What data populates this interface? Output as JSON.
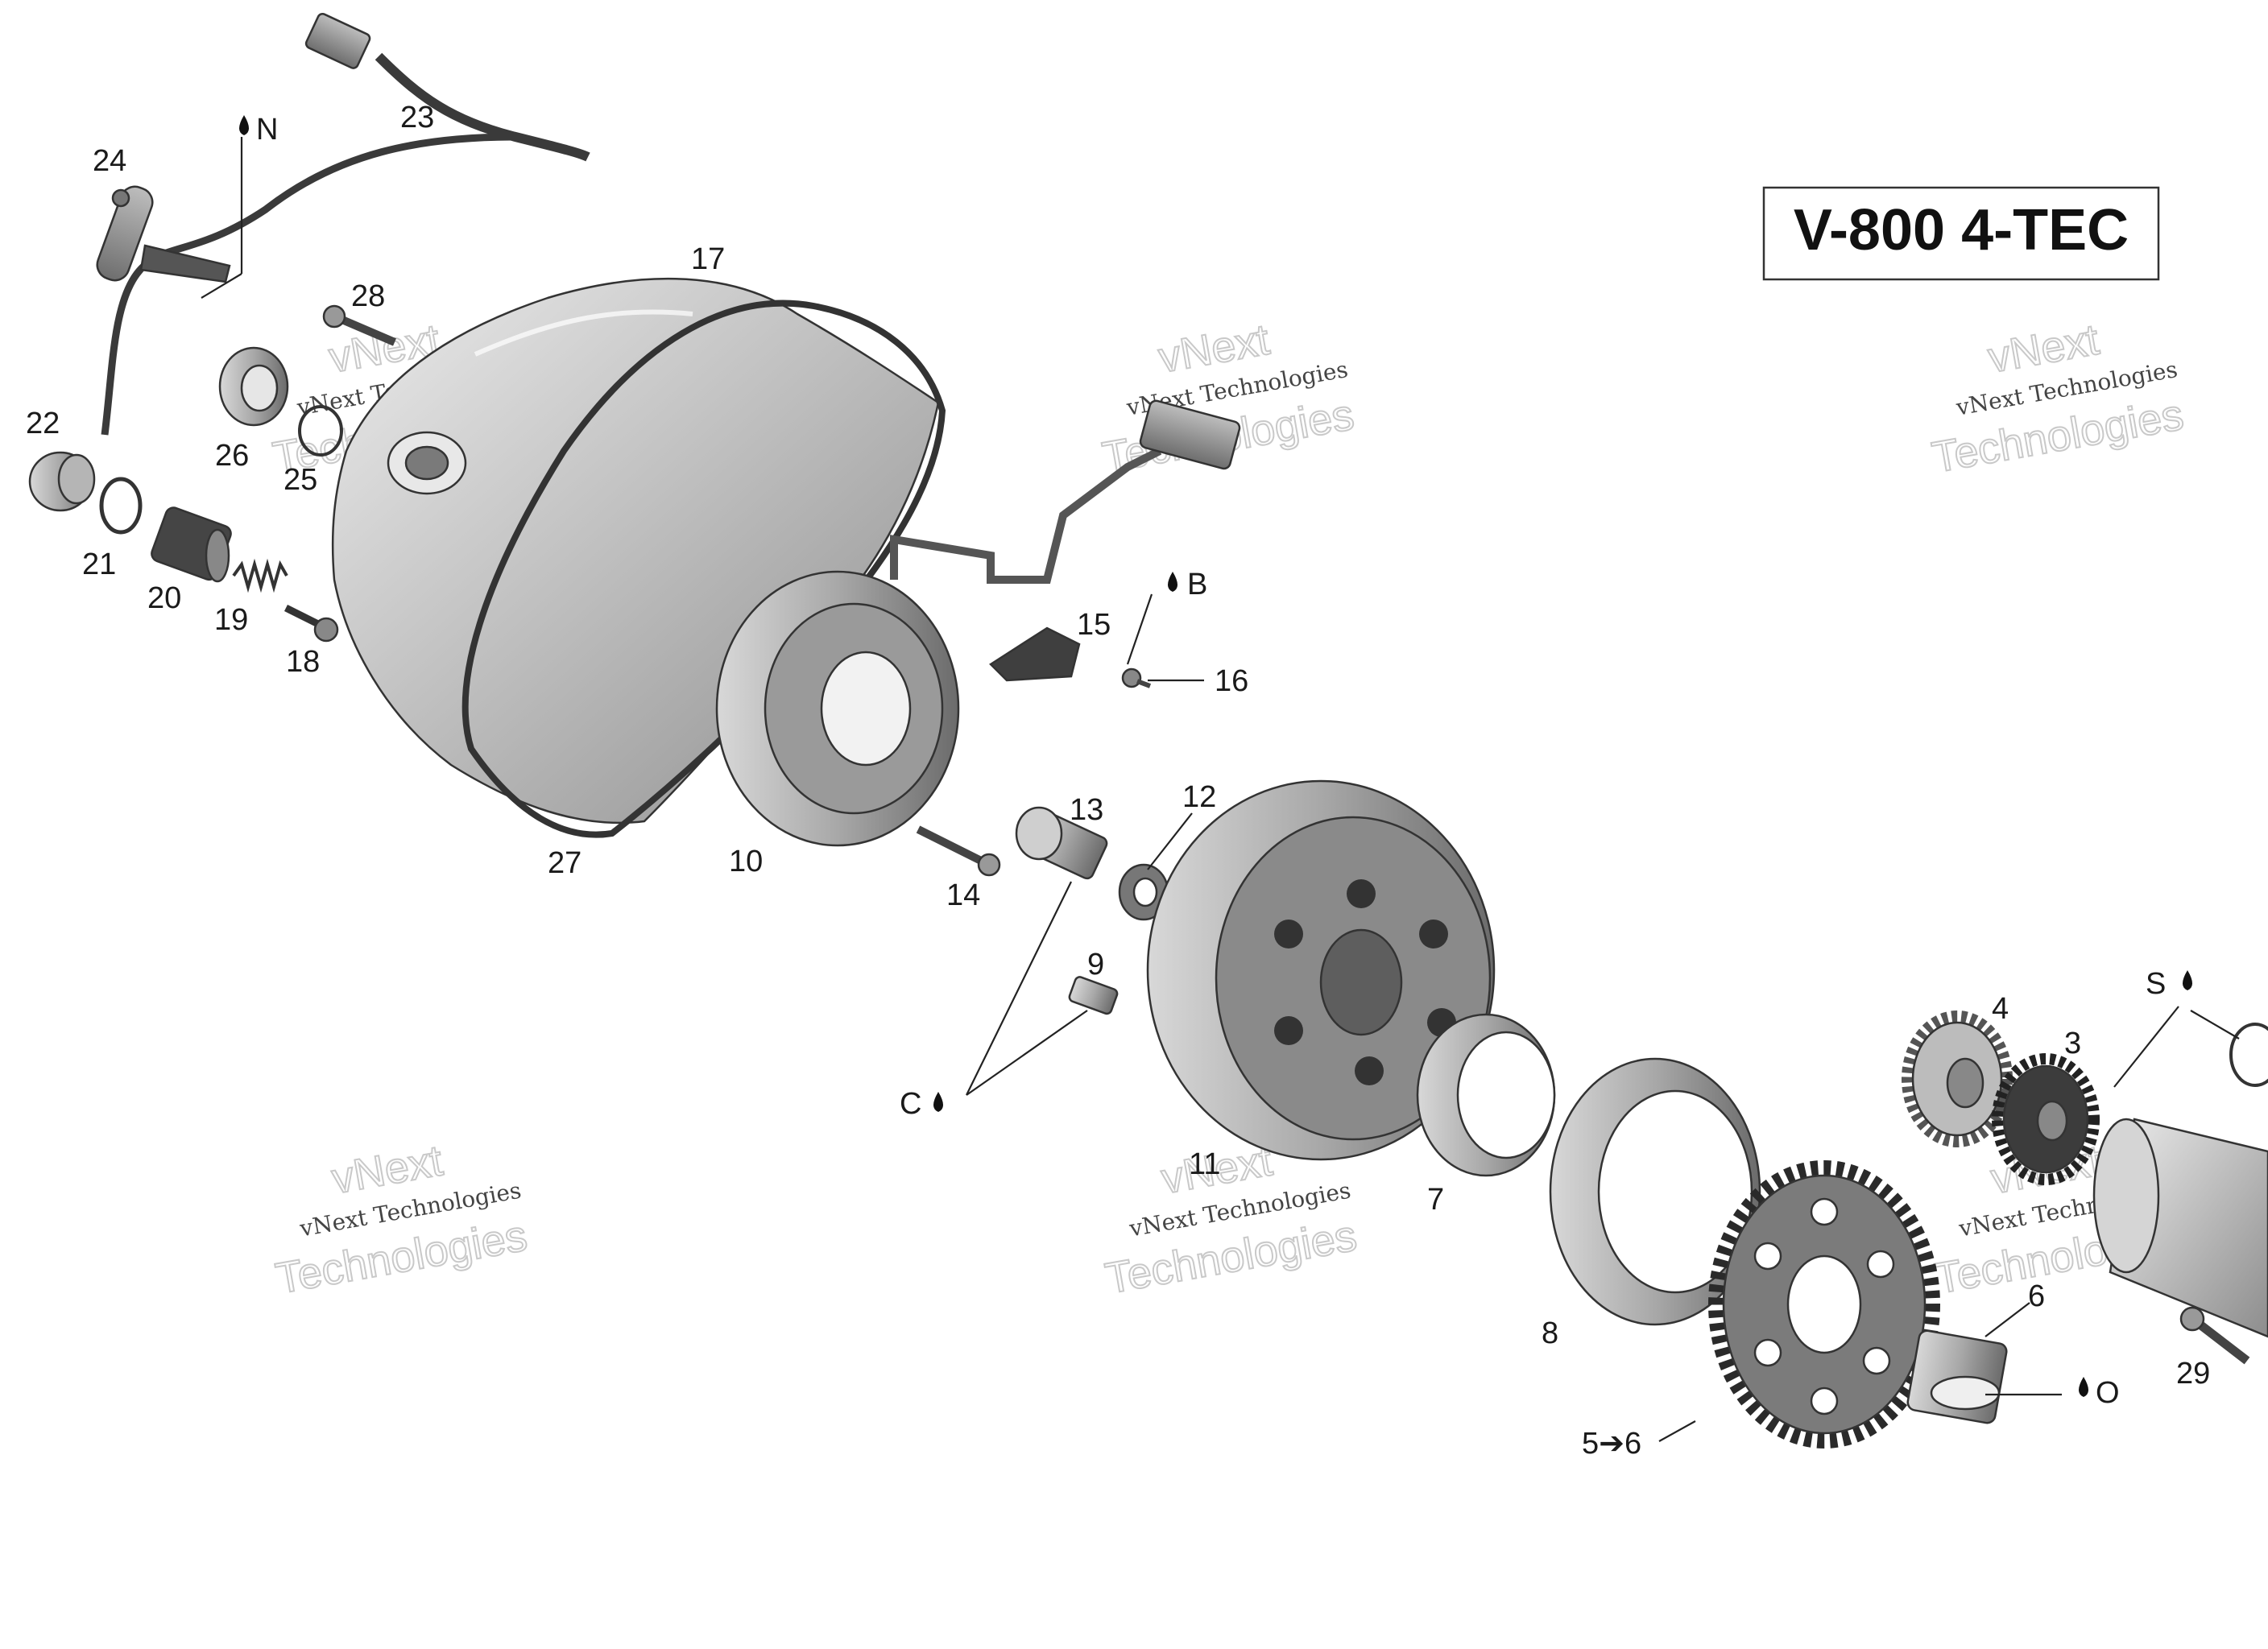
{
  "diagram": {
    "title": "V-800 4-TEC",
    "watermark": {
      "line1": "vNext Technologies",
      "line2": "vNext",
      "line3": "Technologies"
    },
    "callouts": {
      "p1": "23",
      "p2": "24",
      "p3": "N",
      "p4": "17",
      "p5": "28",
      "p6": "22",
      "p7": "26",
      "p8": "25",
      "p9": "21",
      "p10": "20",
      "p11": "19",
      "p12": "18",
      "p13": "15",
      "p14": "B",
      "p15": "16",
      "p16": "13",
      "p17": "12",
      "p18": "27",
      "p19": "10",
      "p20": "14",
      "p21": "9",
      "p22": "C",
      "p23": "11",
      "p24": "7",
      "p25": "8",
      "p26": "4",
      "p27": "3",
      "p28": "S",
      "p29": "6",
      "p30": "O",
      "p31": "29",
      "p32": "5➔6"
    }
  }
}
